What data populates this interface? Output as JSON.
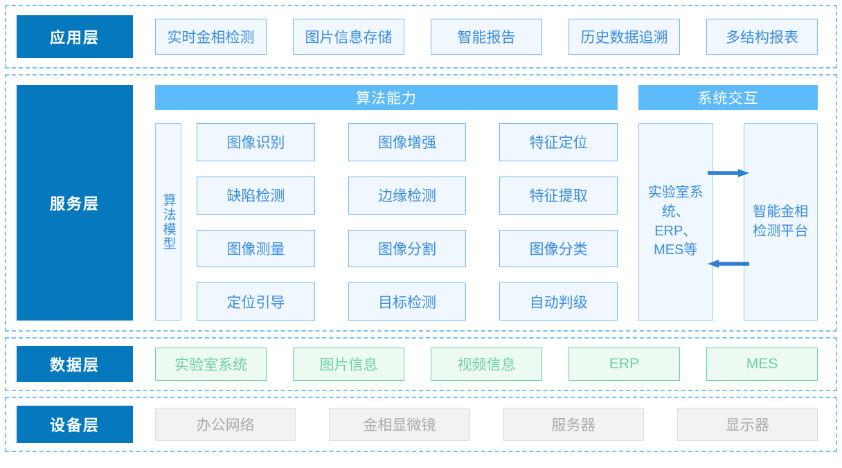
{
  "colors": {
    "layer_label_bg": "#0679BE",
    "dashed_border": "#79C1F2",
    "panel_title_bg": "#5CBBF8",
    "blue_chip_bg": "#F0F7FE",
    "blue_chip_border": "#72B7EE",
    "blue_chip_text": "#3B8DE0",
    "green_chip_bg": "#EDFAF2",
    "green_chip_border": "#63D2A0",
    "green_chip_text": "#6DD0A2",
    "gray_chip_bg": "#F2F2F2",
    "gray_chip_border": "#DCDCDC",
    "gray_chip_text": "#AAAAAA",
    "arrow": "#2E7FD4"
  },
  "layers": {
    "application": {
      "label": "应用层",
      "items": [
        {
          "label": "实时金相检测"
        },
        {
          "label": "图片信息存储"
        },
        {
          "label": "智能报告"
        },
        {
          "label": "历史数据追溯"
        },
        {
          "label": "多结构报表"
        }
      ]
    },
    "service": {
      "label": "服务层",
      "algorithm_panel": {
        "title": "算法能力",
        "model_bar": "算法模型",
        "items": [
          {
            "label": "图像识别"
          },
          {
            "label": "图像增强"
          },
          {
            "label": "特征定位"
          },
          {
            "label": "缺陷检测"
          },
          {
            "label": "边缘检测"
          },
          {
            "label": "特征提取"
          },
          {
            "label": "图像测量"
          },
          {
            "label": "图像分割"
          },
          {
            "label": "图像分类"
          },
          {
            "label": "定位引导"
          },
          {
            "label": "目标检测"
          },
          {
            "label": "自动判级"
          }
        ]
      },
      "interaction_panel": {
        "title": "系统交互",
        "left_box": "实验室系统、\nERP、\nMES等",
        "right_box": "智能金相\n检测平台",
        "arrows": [
          {
            "name": "arrow-right-icon",
            "direction": "right"
          },
          {
            "name": "arrow-left-icon",
            "direction": "left"
          }
        ]
      }
    },
    "data": {
      "label": "数据层",
      "items": [
        {
          "label": "实验室系统"
        },
        {
          "label": "图片信息"
        },
        {
          "label": "视频信息"
        },
        {
          "label": "ERP"
        },
        {
          "label": "MES"
        }
      ]
    },
    "device": {
      "label": "设备层",
      "items": [
        {
          "label": "办公网络"
        },
        {
          "label": "金相显微镜"
        },
        {
          "label": "服务器"
        },
        {
          "label": "显示器"
        }
      ]
    }
  }
}
